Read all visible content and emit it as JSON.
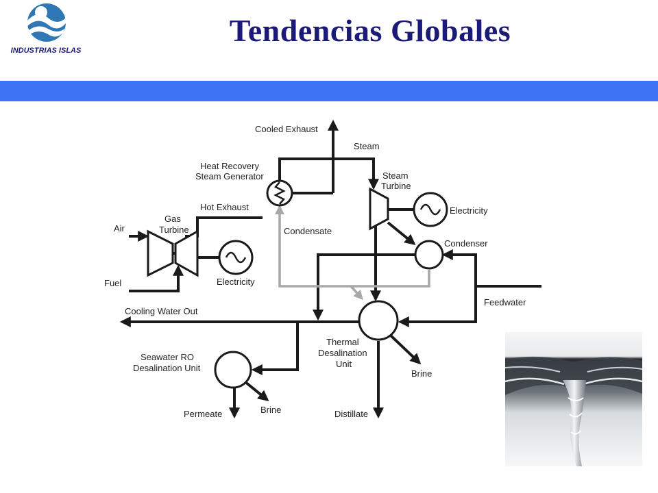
{
  "header": {
    "title": "Tendencias Globales",
    "logo_text": "INDUSTRIAS ISLAS"
  },
  "colors": {
    "title": "#1c1a78",
    "band": "#3e73f5",
    "line": "#1a1a1a",
    "condensate_line": "#a8a8a8",
    "logo_blue": "#2f78b5"
  },
  "diagram": {
    "labels": {
      "cooled_exhaust": "Cooled Exhaust",
      "steam": "Steam",
      "hrsg_line1": "Heat Recovery",
      "hrsg_line2": "Steam Generator",
      "steam_turbine_line1": "Steam",
      "steam_turbine_line2": "Turbine",
      "gas_turbine_line1": "Gas",
      "gas_turbine_line2": "Turbine",
      "hot_exhaust": "Hot Exhaust",
      "electricity_steam": "Electricity",
      "air": "Air",
      "condensate": "Condensate",
      "condenser": "Condenser",
      "fuel": "Fuel",
      "electricity_gas": "Electricity",
      "feedwater": "Feedwater",
      "cooling_water_out": "Cooling Water Out",
      "thermal_line1": "Thermal",
      "thermal_line2": "Desalination",
      "thermal_line3": "Unit",
      "ro_line1": "Seawater RO",
      "ro_line2": "Desalination Unit",
      "brine_thermal": "Brine",
      "permeate": "Permeate",
      "brine_ro": "Brine",
      "distillate": "Distillate"
    },
    "icons": {
      "gas_turbine": "gas-turbine-icon",
      "steam_turbine": "steam-turbine-icon",
      "generator": "generator-icon",
      "heat_exchanger": "heat-recovery-icon",
      "condenser": "condenser-icon",
      "thermal_unit": "thermal-desalination-icon",
      "ro_unit": "ro-unit-icon"
    }
  },
  "photo": {
    "subject": "water-vortex-photo"
  }
}
